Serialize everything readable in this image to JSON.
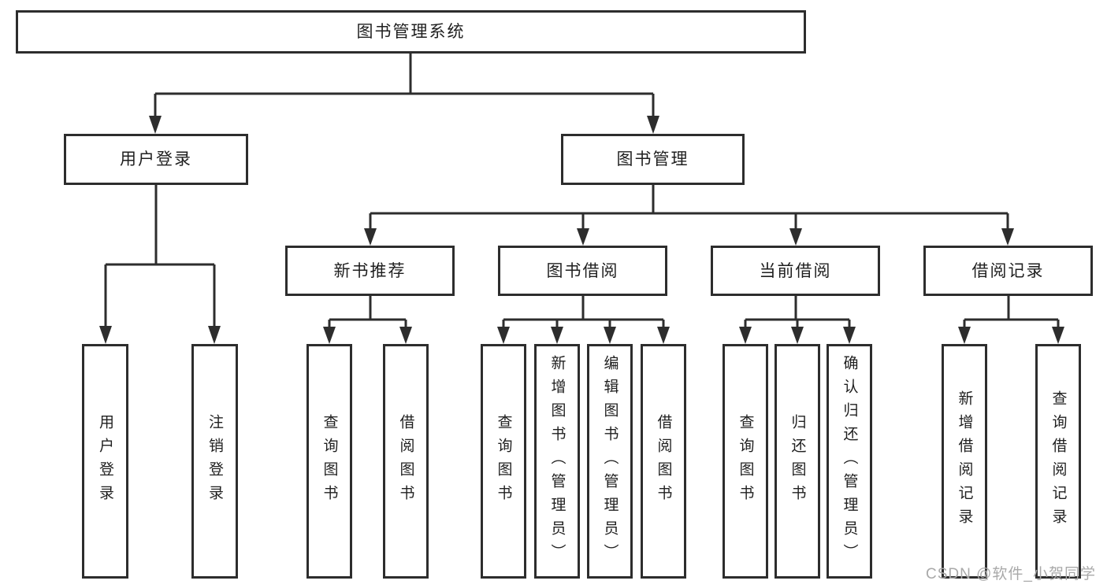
{
  "tree": {
    "root": {
      "label": "图书管理系统"
    },
    "branches": [
      {
        "label": "用户登录",
        "children": [
          {
            "label": "用户登录"
          },
          {
            "label": "注销登录"
          }
        ]
      },
      {
        "label": "图书管理",
        "children": [
          {
            "label": "新书推荐",
            "children": [
              {
                "label": "查询图书"
              },
              {
                "label": "借阅图书"
              }
            ]
          },
          {
            "label": "图书借阅",
            "children": [
              {
                "label": "查询图书"
              },
              {
                "label": "新增图书（管理员）"
              },
              {
                "label": "编辑图书（管理员）"
              },
              {
                "label": "借阅图书"
              }
            ]
          },
          {
            "label": "当前借阅",
            "children": [
              {
                "label": "查询图书"
              },
              {
                "label": "归还图书"
              },
              {
                "label": "确认归还（管理员）"
              }
            ]
          },
          {
            "label": "借阅记录",
            "children": [
              {
                "label": "新增借阅记录"
              },
              {
                "label": "查询借阅记录"
              }
            ]
          }
        ]
      }
    ]
  },
  "watermark": {
    "text": "CSDN @软件_小贺同学"
  },
  "colors": {
    "line": "#2d2d2d",
    "box_border": "#2d2d2d",
    "text": "#1f1f1f",
    "background": "#ffffff",
    "watermark": "#a9a9a9"
  }
}
